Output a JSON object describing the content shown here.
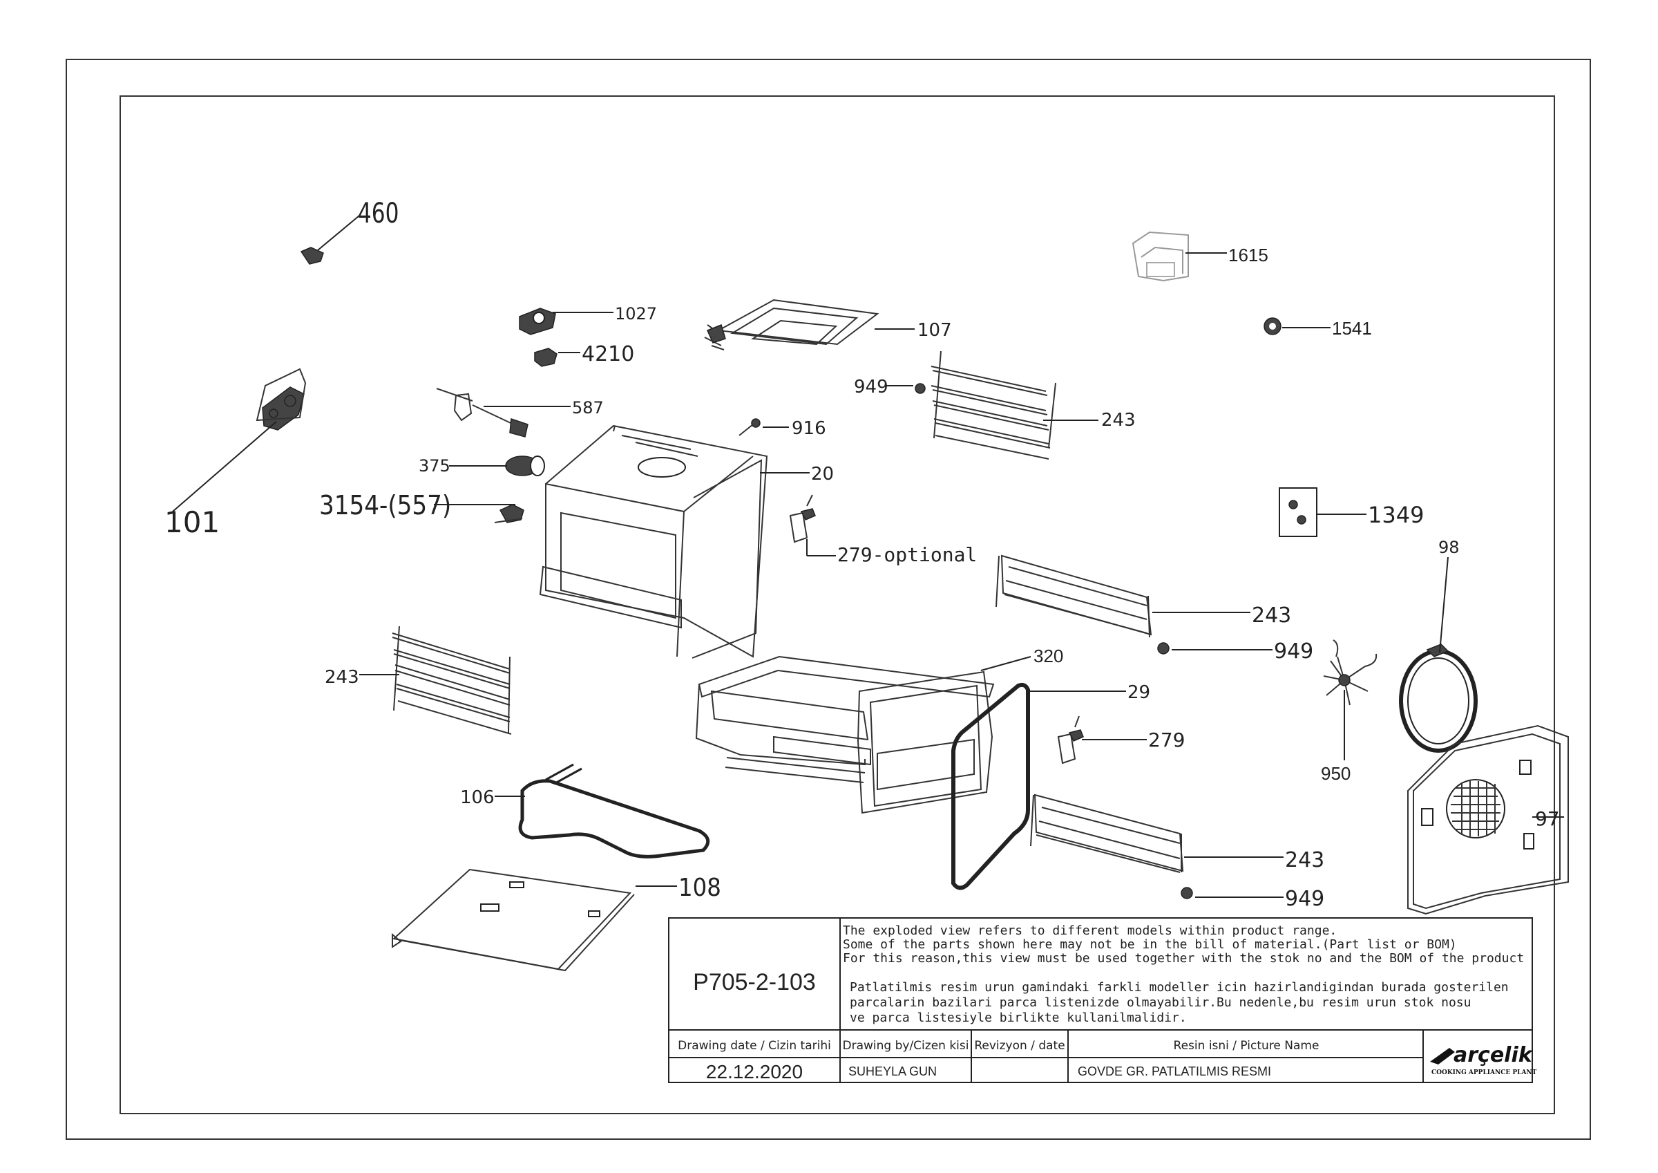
{
  "drawing": {
    "code": "P705-2-103",
    "note_en": [
      "The exploded view refers to different models within product range.",
      "Some of the parts shown here may not be in the bill of material.(Part list or BOM)",
      "For this reason,this view must be used together with the stok no and the BOM of the product"
    ],
    "note_tr": [
      "Patlatilmis resim urun gamindaki farkli modeller icin hazirlandigindan burada gosterilen",
      "parcalarin bazilari parca listenizde olmayabilir.Bu nedenle,bu resim urun stok nosu",
      "ve parca listesiyle birlikte kullanilmalidir."
    ],
    "headers": {
      "date": "Drawing date / Cizin tarihi",
      "by": "Drawing by/Cizen kisi",
      "rev": "Revizyon / date",
      "name": "Resin isni / Picture Name"
    },
    "values": {
      "date": "22.12.2020",
      "by": "SUHEYLA GUN",
      "rev": "",
      "name": "GOVDE GR. PATLATILMIS RESMI"
    },
    "brand": {
      "name": "arçelik",
      "plant": "COOKING APPLIANCE PLANT"
    }
  },
  "parts": {
    "p460": "460",
    "p101": "101",
    "p1027": "1027",
    "p4210": "4210",
    "p587": "587",
    "p375": "375",
    "p3154": "3154-(557)",
    "p107": "107",
    "p949a": "949",
    "p243a": "243",
    "p916": "916",
    "p20": "20",
    "p279opt": "279-optional",
    "p1615": "1615",
    "p1541": "1541",
    "p1349": "1349",
    "p243b": "243",
    "p949b": "949",
    "p98": "98",
    "p320": "320",
    "p29": "29",
    "p279": "279",
    "p950": "950",
    "p97": "97",
    "p243c": "243",
    "p106": "106",
    "p243d": "243",
    "p949c": "949",
    "p108": "108"
  }
}
